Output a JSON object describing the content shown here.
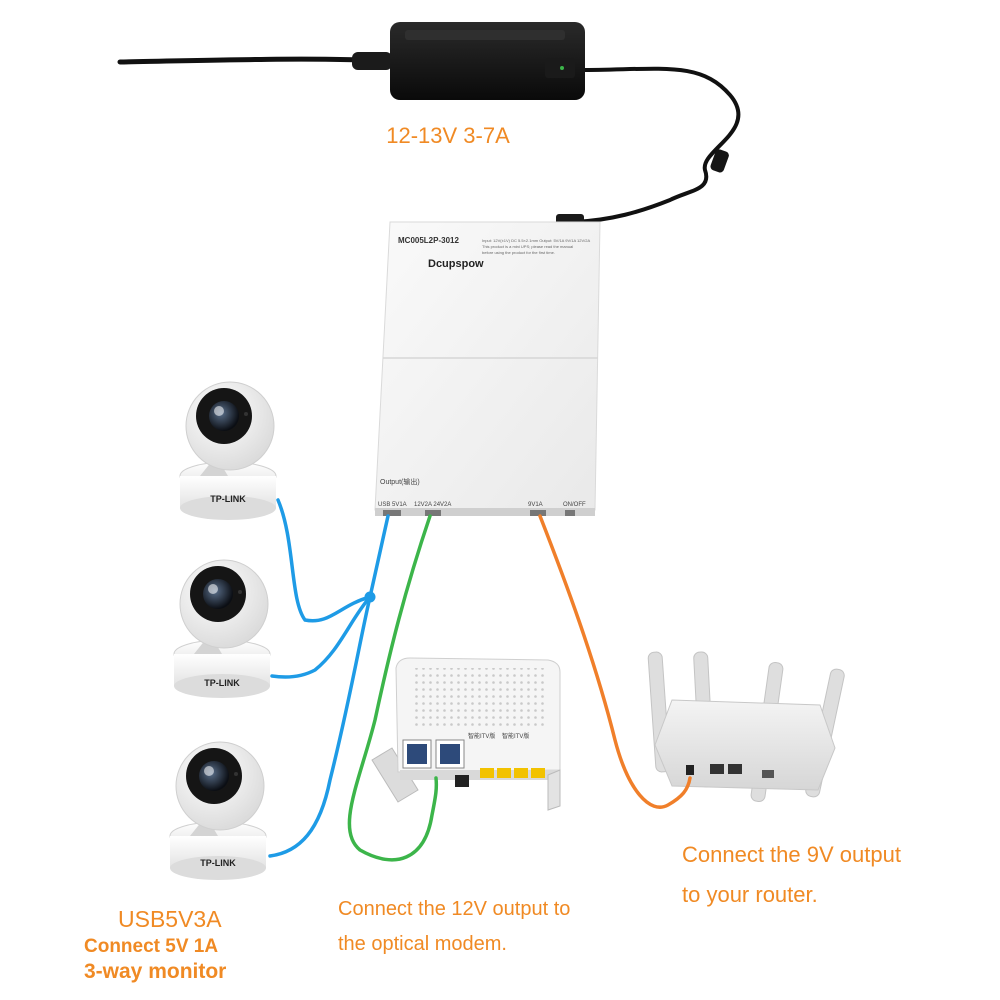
{
  "adapter": {
    "rating": "12-13V 3-7A"
  },
  "ups": {
    "model": "MC005L2P-3012",
    "brand": "Dcupspow",
    "spec_text_1": "Input: 12V(±1V)  DC 5.5×2.1mm  Output: 5V/1A 9V/1A 12V/2A",
    "spec_text_2": "This product is a mini UPS; please read the manual",
    "spec_text_3": "before using the product for the first time.",
    "output_label": "Output(输出)",
    "port_usb": "USB  5V1A",
    "port_12v": "12V2A  24V2A",
    "port_9v": "9V1A",
    "port_onoff": "ON/OFF"
  },
  "cameras": {
    "brand": "TP-LINK"
  },
  "modem": {
    "qr_label_1": "智能ITV版",
    "qr_label_2": "智能ITV版"
  },
  "captions": {
    "usb_title": "USB5V3A",
    "usb_line2": "Connect 5V 1A",
    "usb_line3": "3-way monitor",
    "modem_line1": "Connect the 12V output to",
    "modem_line2": "the optical modem.",
    "router_line1": "Connect the 9V output",
    "router_line2": "to your router."
  },
  "colors": {
    "caption_orange": "#f08a24",
    "wire_blue": "#1e9be6",
    "wire_green": "#3cb54a",
    "wire_orange": "#f07f2a",
    "cable_black": "#111111"
  }
}
